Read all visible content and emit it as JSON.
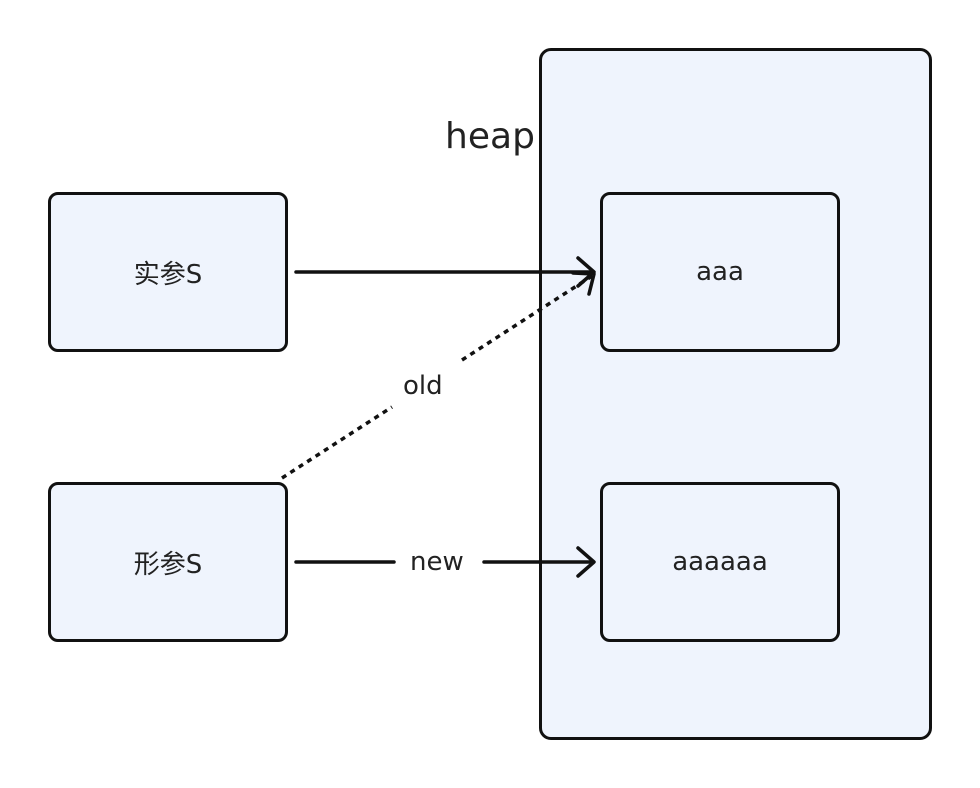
{
  "diagram": {
    "nodes": {
      "heap": {
        "label": "heap"
      },
      "actual_param": {
        "label": "实参S"
      },
      "formal_param": {
        "label": "形参S"
      },
      "value_old": {
        "label": "aaa"
      },
      "value_new": {
        "label": "aaaaaa"
      }
    },
    "edges": [
      {
        "from": "actual_param",
        "to": "value_old",
        "style": "solid",
        "label": ""
      },
      {
        "from": "formal_param",
        "to": "value_old",
        "style": "dotted",
        "label": "old"
      },
      {
        "from": "formal_param",
        "to": "value_new",
        "style": "solid",
        "label": "new"
      }
    ],
    "edge_labels": {
      "old": "old",
      "new": "new"
    }
  },
  "colors": {
    "box_fill": "#eff4fd",
    "stroke": "#111111",
    "text": "#222222"
  }
}
